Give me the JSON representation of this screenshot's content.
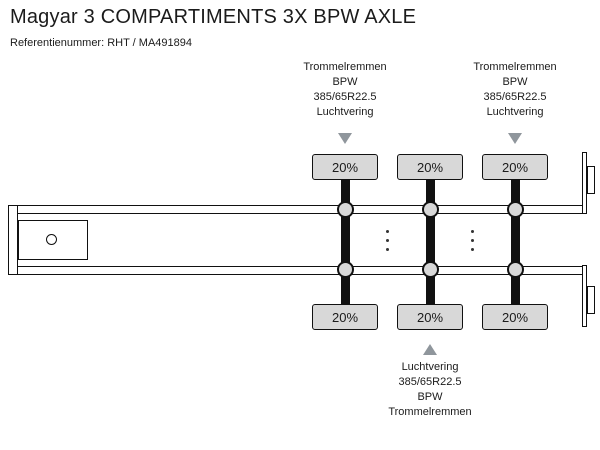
{
  "header": {
    "title": "Magyar 3 COMPARTIMENTS 3X BPW AXLE",
    "reference": "Referentienummer: RHT / MA491894"
  },
  "diagram": {
    "tire_labels": {
      "top": [
        "20%",
        "20%",
        "20%"
      ],
      "bottom": [
        "20%",
        "20%",
        "20%"
      ]
    },
    "annotations": {
      "top_left": {
        "lines": [
          "Trommelremmen",
          "BPW",
          "385/65R22.5",
          "Luchtvering"
        ]
      },
      "top_right": {
        "lines": [
          "Trommelremmen",
          "BPW",
          "385/65R22.5",
          "Luchtvering"
        ]
      },
      "bottom_center": {
        "lines": [
          "Luchtvering",
          "385/65R22.5",
          "BPW",
          "Trommelremmen"
        ]
      }
    },
    "icons": {
      "down_arrow": "arrow-down",
      "up_arrow": "arrow-up"
    },
    "colors": {
      "tire_fill": "#d8d8d8",
      "outline": "#111111",
      "arrow": "#8f969c",
      "background": "#ffffff"
    }
  }
}
